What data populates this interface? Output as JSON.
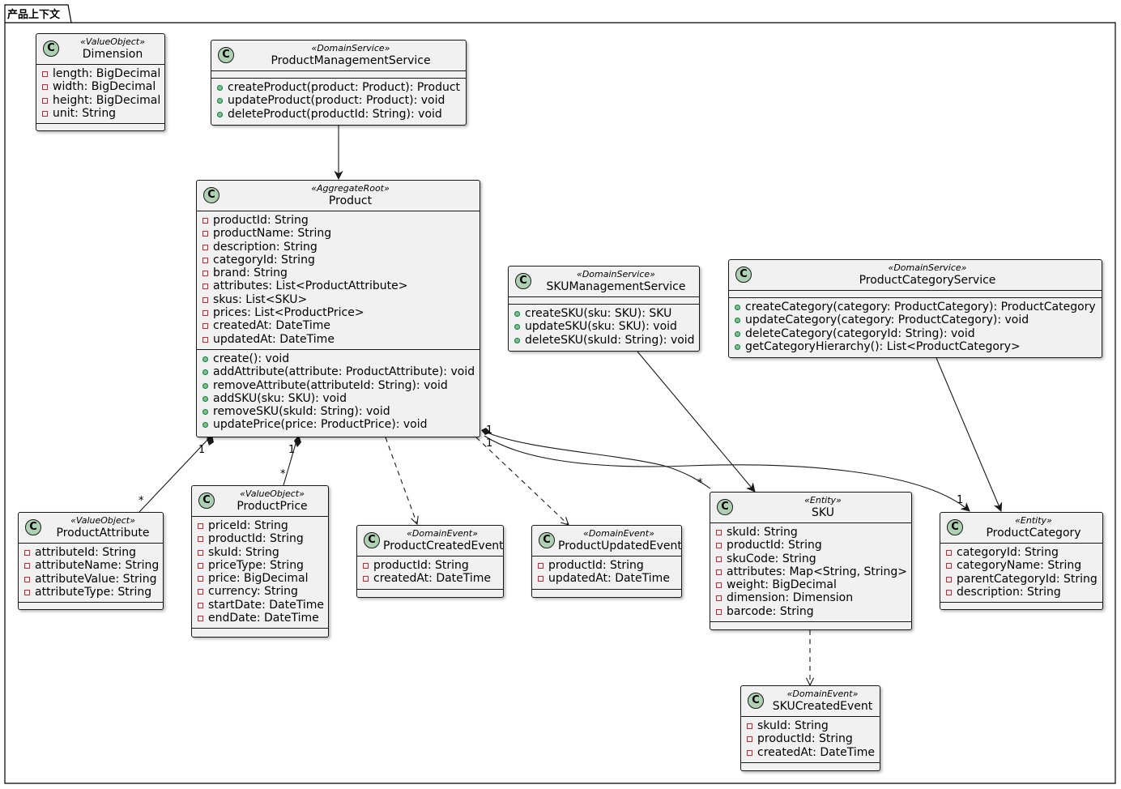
{
  "package": {
    "label": "产品上下文"
  },
  "classes": {
    "dimension": {
      "stereotype": "«ValueObject»",
      "name": "Dimension",
      "fields": [
        "length: BigDecimal",
        "width: BigDecimal",
        "height: BigDecimal",
        "unit: String"
      ],
      "methods": []
    },
    "pms": {
      "stereotype": "«DomainService»",
      "name": "ProductManagementService",
      "fields": [],
      "methods": [
        "createProduct(product: Product): Product",
        "updateProduct(product: Product): void",
        "deleteProduct(productId: String): void"
      ]
    },
    "product": {
      "stereotype": "«AggregateRoot»",
      "name": "Product",
      "fields": [
        "productId: String",
        "productName: String",
        "description: String",
        "categoryId: String",
        "brand: String",
        "attributes: List<ProductAttribute>",
        "skus: List<SKU>",
        "prices: List<ProductPrice>",
        "createdAt: DateTime",
        "updatedAt: DateTime"
      ],
      "methods": [
        "create(): void",
        "addAttribute(attribute: ProductAttribute): void",
        "removeAttribute(attributeId: String): void",
        "addSKU(sku: SKU): void",
        "removeSKU(skuId: String): void",
        "updatePrice(price: ProductPrice): void"
      ]
    },
    "skums": {
      "stereotype": "«DomainService»",
      "name": "SKUManagementService",
      "fields": [],
      "methods": [
        "createSKU(sku: SKU): SKU",
        "updateSKU(sku: SKU): void",
        "deleteSKU(skuId: String): void"
      ]
    },
    "pcs": {
      "stereotype": "«DomainService»",
      "name": "ProductCategoryService",
      "fields": [],
      "methods": [
        "createCategory(category: ProductCategory): ProductCategory",
        "updateCategory(category: ProductCategory): void",
        "deleteCategory(categoryId: String): void",
        "getCategoryHierarchy(): List<ProductCategory>"
      ]
    },
    "pattr": {
      "stereotype": "«ValueObject»",
      "name": "ProductAttribute",
      "fields": [
        "attributeId: String",
        "attributeName: String",
        "attributeValue: String",
        "attributeType: String"
      ],
      "methods": []
    },
    "pprice": {
      "stereotype": "«ValueObject»",
      "name": "ProductPrice",
      "fields": [
        "priceId: String",
        "productId: String",
        "skuId: String",
        "priceType: String",
        "price: BigDecimal",
        "currency: String",
        "startDate: DateTime",
        "endDate: DateTime"
      ],
      "methods": []
    },
    "pce": {
      "stereotype": "«DomainEvent»",
      "name": "ProductCreatedEvent",
      "fields": [
        "productId: String",
        "createdAt: DateTime"
      ],
      "methods": []
    },
    "pue": {
      "stereotype": "«DomainEvent»",
      "name": "ProductUpdatedEvent",
      "fields": [
        "productId: String",
        "updatedAt: DateTime"
      ],
      "methods": []
    },
    "sku": {
      "stereotype": "«Entity»",
      "name": "SKU",
      "fields": [
        "skuId: String",
        "productId: String",
        "skuCode: String",
        "attributes: Map<String, String>",
        "weight: BigDecimal",
        "dimension: Dimension",
        "barcode: String"
      ],
      "methods": []
    },
    "pcat": {
      "stereotype": "«Entity»",
      "name": "ProductCategory",
      "fields": [
        "categoryId: String",
        "categoryName: String",
        "parentCategoryId: String",
        "description: String"
      ],
      "methods": []
    },
    "skuce": {
      "stereotype": "«DomainEvent»",
      "name": "SKUCreatedEvent",
      "fields": [
        "skuId: String",
        "productId: String",
        "createdAt: DateTime"
      ],
      "methods": []
    }
  },
  "relations": {
    "product_attr": {
      "from_mult": "1",
      "to_mult": "*"
    },
    "product_price": {
      "from_mult": "1",
      "to_mult": "*"
    },
    "product_sku": {
      "from_mult": "1",
      "to_mult": "*"
    },
    "product_cat": {
      "from_mult": "1",
      "to_mult": "1"
    }
  },
  "icon": {
    "class_glyph": "C",
    "name": "class-icon"
  }
}
